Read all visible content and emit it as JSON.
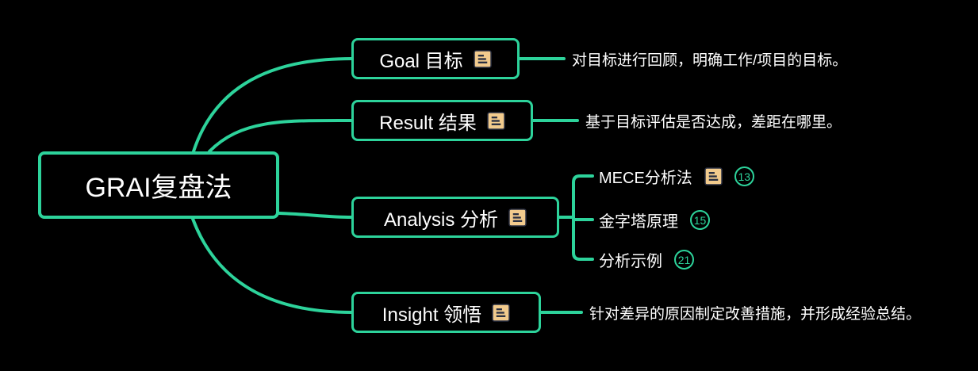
{
  "theme": {
    "background": "#000000",
    "accent": "#2dd39b",
    "topic_fill": "#000000",
    "text_color": "#ffffff",
    "notes_icon_fill": "#f2cb8d",
    "notes_icon_line_color": "#272d40"
  },
  "root": {
    "label": "GRAI复盘法"
  },
  "branches": [
    {
      "label": "Goal 目标",
      "has_notes_icon": true,
      "description": "对目标进行回顾，明确工作/项目的目标。"
    },
    {
      "label": "Result 结果",
      "has_notes_icon": true,
      "description": "基于目标评估是否达成，差距在哪里。"
    },
    {
      "label": "Analysis 分析",
      "has_notes_icon": true,
      "children": [
        {
          "label": "MECE分析法",
          "has_notes_icon": true,
          "badge": "13"
        },
        {
          "label": "金字塔原理",
          "has_notes_icon": false,
          "badge": "15"
        },
        {
          "label": "分析示例",
          "has_notes_icon": false,
          "badge": "21"
        }
      ]
    },
    {
      "label": "Insight 领悟",
      "has_notes_icon": true,
      "description": "针对差异的原因制定改善措施，并形成经验总结。"
    }
  ]
}
